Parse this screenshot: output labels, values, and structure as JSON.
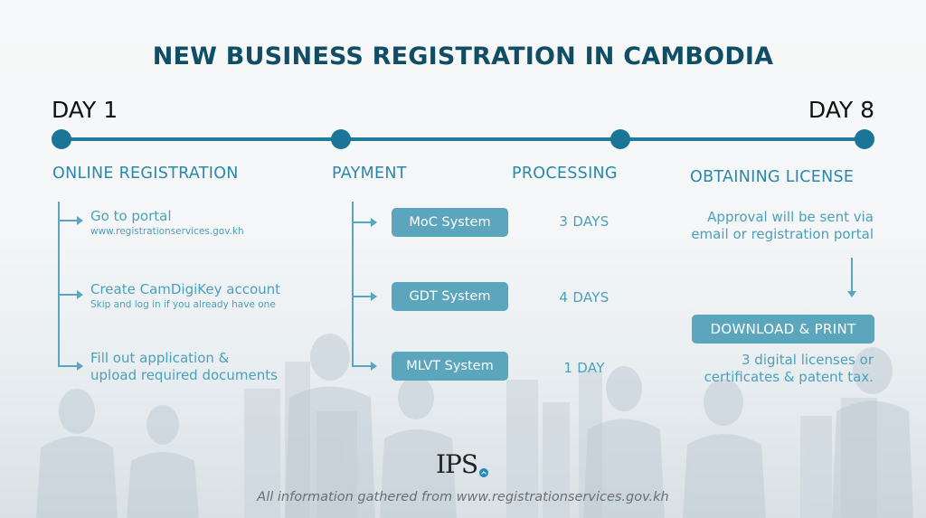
{
  "title": "NEW BUSINESS REGISTRATION IN CAMBODIA",
  "timeline": {
    "start_label": "DAY 1",
    "end_label": "DAY 8"
  },
  "phases": [
    {
      "title": "ONLINE REGISTRATION"
    },
    {
      "title": "PAYMENT"
    },
    {
      "title": "PROCESSING"
    },
    {
      "title": "OBTAINING LICENSE"
    }
  ],
  "online_registration": {
    "steps": [
      {
        "title": "Go to portal",
        "subtitle": "www.registrationservices.gov.kh"
      },
      {
        "title": "Create CamDigiKey account",
        "subtitle": "Skip and log in if you already have one"
      },
      {
        "title_line1": "Fill out application &",
        "title_line2": "upload required documents"
      }
    ]
  },
  "payment": {
    "systems": [
      {
        "label": "MoC System",
        "duration": "3 DAYS"
      },
      {
        "label": "GDT System",
        "duration": "4 DAYS"
      },
      {
        "label": "MLVT System",
        "duration": "1 DAY"
      }
    ]
  },
  "obtaining_license": {
    "approval_line1": "Approval will be sent via",
    "approval_line2": "email or registration portal",
    "button_label": "DOWNLOAD & PRINT",
    "result_line1": "3 digital licenses or",
    "result_line2": "certificates & patent tax."
  },
  "logo": {
    "text": "IPS"
  },
  "footer": "All information gathered from www.registrationservices.gov.kh",
  "colors": {
    "title": "#0f4e64",
    "timeline": "#1a7596",
    "phase_heading": "#2a88a8",
    "accent": "#5ba5bd",
    "footer": "#6b6f73"
  }
}
